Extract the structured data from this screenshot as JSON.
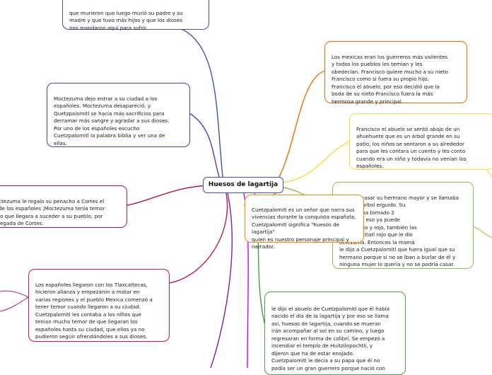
{
  "center": {
    "title": "Huesos de lagartija"
  },
  "nodes": [
    {
      "id": "top-left-text",
      "text": "que murieron que luego murió su padre y su\nmadre y que tuvo más hijos y que los dioses\nnos mandaron aquí para sufrir.",
      "color": "#3f51b5"
    },
    {
      "id": "moctezuma-ciudad",
      "text": "Moctezuma dejo entrar a su ciudad a los\nespañoles. Moctezuma desapareció, y\nQuetzpalomitl se hacía más sacrificios para\nderramar más sangre y agradar a sus dioses.\nPor uno de los españoles escucho\nCuetzpalomitl la palabra biblia y ver una de\nellas.",
      "color": "#5e35b1"
    },
    {
      "id": "moctezuma-penacho",
      "text": "ctezuma le regalo su penacho a Cortes el\nde los españoles ;Moctezuma tenía temor\nlo que llegara a suceder a su pueblo, por\nlegada de Cortes.",
      "color": "#ad1457"
    },
    {
      "id": "tlaxcaltecas",
      "text": "Los españoles llegaron con los Tlaxcaltecas,\nhicieron alianza y empezaron a matar en\nvarias regiones y el pueblo Mexica comenzó a\ntener temor cuando llegaron a su ciudad.\nCuetzpalomitl les contaba a los niños que\ntenían mucho temor de que llegaran los\nespañoles hasta su ciudad, que ellos ya no\npudieron seguir ofrendándoles a sus dioses.",
      "color": "#c2185b"
    },
    {
      "id": "mexicas",
      "text": "Los mexicas eran los guerreros más valientes\ny todos los pueblos les temían y les\nobedecían. Francisco quiere mucho a su nieto\nFrancisco como si fuera su propio hijo.\nFrancisco el abuelo, por eso decidió que la\nboda de su nieto Francisco fuera la más\nhermosa grande y principal.",
      "color": "#ef6c00"
    },
    {
      "id": "ahuehuete",
      "text": "Francisco el abuelo se sentó abajo de un\nahuehuete que es un árbol grande en su\npatio, los niños se sentaron a su alrededor\npara que les contara un cuento y les conto\ncuando era un niño y todavía no venían los\nespañoles.",
      "color": "#fdd835"
    },
    {
      "id": "hermano",
      "text": "Se iba a casar su hermano mayor y se llamaba\nsignifica árbol erguido. Su\ndicac, el ha tomado 2\nuerra. Por eso ya puede\nde amarillo y rojo, también las\ns y el Maxtlatl rojo que le dio\noctezuma. Entonces la mamá\nle dijo a Cuetzpalomitl que fuera igual que su\nhermano porque si no se iban a burlar de él y\nninguna mujer lo quería y no se podría casar.",
      "color": "#8bc34a"
    },
    {
      "id": "narrador",
      "text": "Cuetzpalomitl es un señor que narra sus\nvivencias durante la conquista española;\nCuetzpalomitl significa \"huesos de lagartija\"\nquien es nuestro personaje principal y\nnarrador.",
      "color": "#fb8c00"
    },
    {
      "id": "abuelo-lagartija",
      "text": "le dijo el abuelo de Cuetzpalomitl que él había\nnacido el día de la lagartija y por eso se llama\nasí, huesos de lagartija, cuando se mueran\nirán acompañar al sol en su camino, y luego\nregresaran en forma de colibrí. Se empezó a\nincendiar el templo de Huitzilopochtli, y\ndijeron que ha de estar enojado.\nCuetzpalomitl le decía a su papa que él no\npodía ser un gran guerrero porque nació con",
      "color": "#43a047"
    }
  ]
}
